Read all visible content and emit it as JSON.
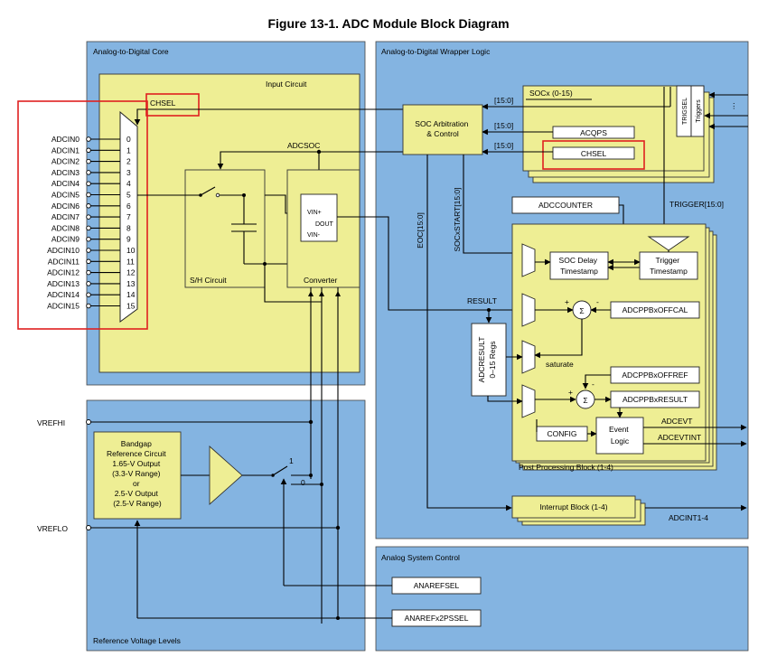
{
  "figure_title": "Figure 13-1. ADC Module Block Diagram",
  "core": {
    "section_label": "Analog-to-Digital Core",
    "input_circuit": "Input Circuit",
    "chsel": "CHSEL",
    "adcsoc": "ADCSOC",
    "sh_circuit": "S/H Circuit",
    "converter": "Converter",
    "vin_plus": "VIN+",
    "vin_minus": "VIN-",
    "dout": "DOUT",
    "pins": [
      "ADCIN0",
      "ADCIN1",
      "ADCIN2",
      "ADCIN3",
      "ADCIN4",
      "ADCIN5",
      "ADCIN6",
      "ADCIN7",
      "ADCIN8",
      "ADCIN9",
      "ADCIN10",
      "ADCIN11",
      "ADCIN12",
      "ADCIN13",
      "ADCIN14",
      "ADCIN15"
    ],
    "mux_inputs": [
      "0",
      "1",
      "2",
      "3",
      "4",
      "5",
      "6",
      "7",
      "8",
      "9",
      "10",
      "11",
      "12",
      "13",
      "14",
      "15"
    ]
  },
  "reference": {
    "section_label": "Reference Voltage Levels",
    "vrefhi": "VREFHI",
    "vreflo": "VREFLO",
    "bandgap_lines": [
      "Bandgap",
      "Reference Circuit",
      "1.65-V Output",
      "(3.3-V Range)",
      "or",
      "2.5-V Output",
      "(2.5-V Range)"
    ],
    "switch_one": "1",
    "switch_zero": "0"
  },
  "wrapper": {
    "section_label": "Analog-to-Digital Wrapper Logic",
    "socx": "SOCx (0-15)",
    "triggers": "Triggers",
    "trigsel": "TRIGSEL",
    "bus_labels": [
      "[15:0]",
      "[15:0]",
      "[15:0]"
    ],
    "acqps": "ACQPS",
    "chsel": "CHSEL",
    "soc_arb": [
      "SOC Arbitration",
      "& Control"
    ],
    "adccounter": "ADCCOUNTER",
    "trigger_bus": "TRIGGER[15:0]",
    "eoc": "EOC[15:0]",
    "socxstart": "SOCxSTART[15:0]",
    "soc_delay": [
      "SOC Delay",
      "Timestamp"
    ],
    "trig_ts": [
      "Trigger",
      "Timestamp"
    ],
    "result": "RESULT",
    "offcal": "ADCPPBxOFFCAL",
    "adcresult": [
      "ADCRESULT",
      "0–15 Regs"
    ],
    "saturate": "saturate",
    "offref": "ADCPPBxOFFREF",
    "ppbresult": "ADCPPBxRESULT",
    "config": "CONFIG",
    "event_logic": [
      "Event",
      "Logic"
    ],
    "adcevt": "ADCEVT",
    "adcevtint": "ADCEVTINT",
    "post_block": "Post Processing Block (1-4)",
    "interrupt_block": "Interrupt Block (1-4)",
    "adcint": "ADCINT1-4",
    "sigma": "Σ",
    "plus": "+",
    "minus": "-",
    "dots": "· · ·"
  },
  "system": {
    "section_label": "Analog System Control",
    "anarefsel": "ANAREFSEL",
    "anarefx2pssel": "ANAREFx2PSSEL"
  },
  "colors": {
    "panel_blue": "#84b4e1",
    "block_yellow": "#eeee94",
    "highlight_red": "#e02020"
  }
}
